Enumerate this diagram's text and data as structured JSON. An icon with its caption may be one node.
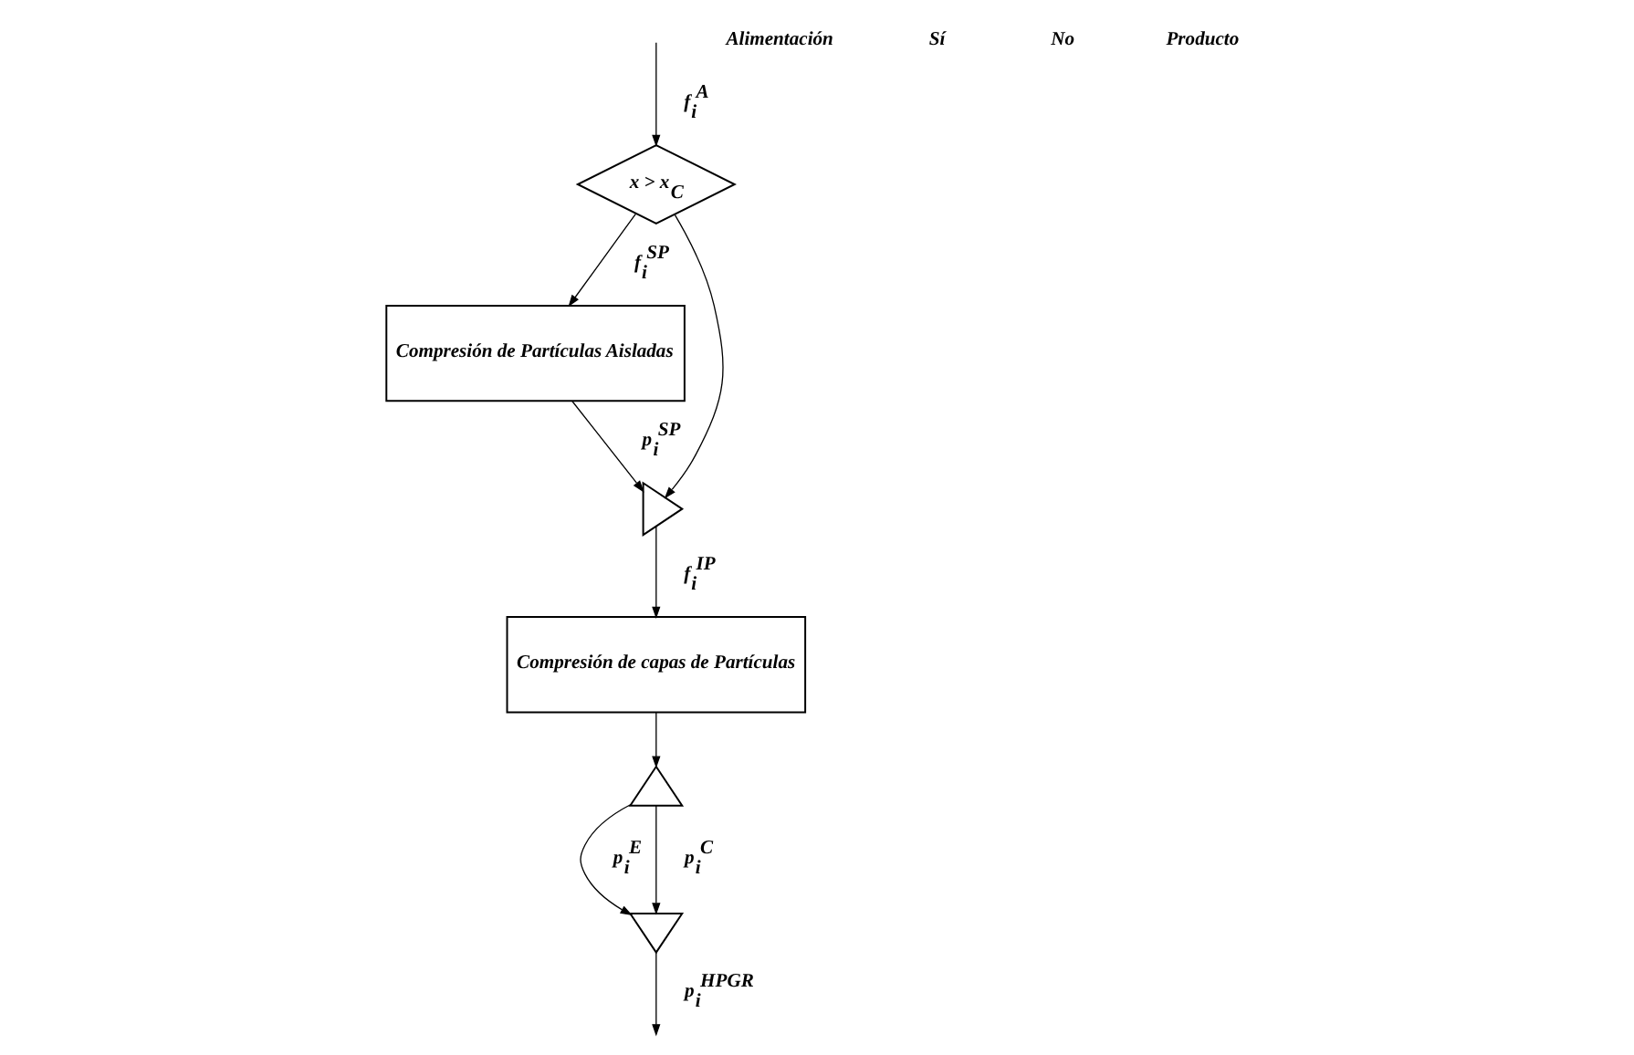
{
  "diagram": {
    "nodes": [
      {
        "text": [
          "x > x$_{C}$"
        ]
      },
      {
        "text": [
          "Compresión de Partículas Aisladas"
        ]
      },
      {
        "text": [],
        "shape": "triangle"
      },
      {
        "text": [
          "Compresión de capas de Partículas"
        ]
      },
      {
        "text": [],
        "shape": "triangle"
      },
      {
        "text": [],
        "shape": "triangle"
      }
    ],
    "edges": [
      {
        "from": null,
        "to": 0,
        "arrow": "to",
        "label": "f$_{i}$$^{A}$"
      },
      {
        "from": 0,
        "to": 1,
        "arrow": "to",
        "label": "f$_{i}$$^{SP}$"
      },
      {
        "from": 0,
        "to": 2,
        "arrow": "to"
      },
      {
        "from": 1,
        "to": 2,
        "arrow": "to",
        "label": "p$_{i}$$^{SP}$"
      },
      {
        "from": 2,
        "to": 3,
        "arrow": "to",
        "label": "f$_{i}$$^{IP}$"
      },
      {
        "from": 3,
        "to": 4,
        "arrow": "to"
      },
      {
        "from": 4,
        "to": 5,
        "arrow": "to",
        "label": "p$_{i}$$^{E}$"
      },
      {
        "from": 4,
        "to": 5,
        "arrow": "to",
        "label": "p$_{i}$$^{C}$"
      },
      {
        "from": 5,
        "to": null,
        "arrow": "to",
        "label": "p$_{i}$$^{HPGR}$"
      }
    ],
    "labels": [
      "Alimentación",
      "Sí",
      "No",
      "Producto"
    ]
  }
}
